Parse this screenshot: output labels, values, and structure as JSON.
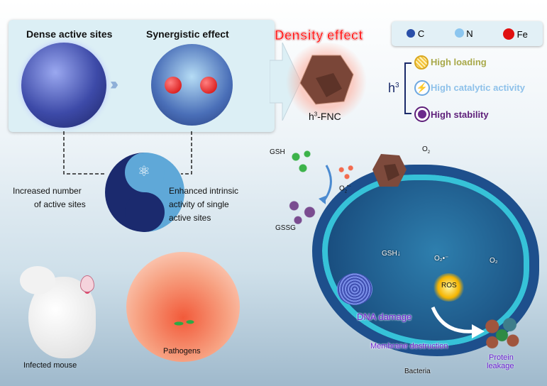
{
  "top_panel": {
    "left_title": "Dense active sites",
    "right_title": "Synergistic effect"
  },
  "density": {
    "title": "Density effect",
    "label_prefix": "h",
    "label_sup": "3",
    "label_suffix": "-FNC"
  },
  "legend": [
    {
      "symbol": "C",
      "color": "#2a4fa8"
    },
    {
      "symbol": "N",
      "color": "#8cc6ef"
    },
    {
      "symbol": "Fe",
      "color": "#e01010"
    }
  ],
  "h3": {
    "prefix": "h",
    "sup": "3",
    "items": [
      {
        "label": "High loading",
        "color": "#a8a94a",
        "icon": "lattice-icon"
      },
      {
        "label": "High catalytic activity",
        "color": "#8ec1ea",
        "icon": "lightning-icon"
      },
      {
        "label": "High stability",
        "color": "#5e1f7a",
        "icon": "hexagon-cluster-icon"
      }
    ]
  },
  "yin_yang": {
    "left_line1": "Increased number",
    "left_line2": "of active sites",
    "right_line1": "Enhanced intrinsic",
    "right_line2": "activity of single",
    "right_line3": "active sites"
  },
  "reaction": {
    "gsh": "GSH",
    "gssg": "GSSG",
    "o2": "O",
    "o2_sub": "2",
    "superoxide": "O",
    "superoxide_sub": "2",
    "superoxide_sup": "•−"
  },
  "bacteria": {
    "gsh_down": "GSH↓",
    "superoxide": "O₂•⁻",
    "o2": "O₂",
    "ros": "ROS",
    "dna_damage": "DNA damage",
    "membrane": "Membrane destruction",
    "label": "Bacteria",
    "protein1": "Protein",
    "protein2": "leakage"
  },
  "mouse": {
    "label": "Infected mouse",
    "pathogens": "Pathogens"
  }
}
